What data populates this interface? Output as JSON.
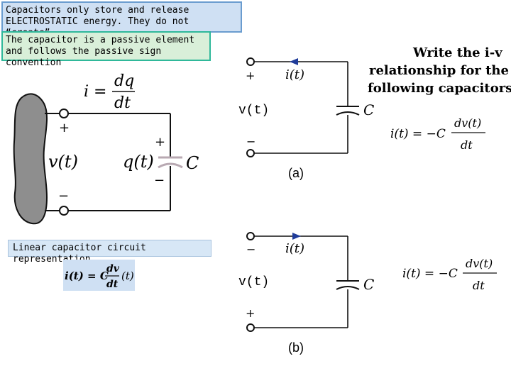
{
  "notes": {
    "electrostatic_line1": "Capacitors only store and release",
    "electrostatic_line2": "ELECTROSTATIC energy. They do not “create”",
    "passive_line1": "The capacitor  is a passive element",
    "passive_line2": "and follows the passive sign convention",
    "linear": "Linear capacitor circuit representation"
  },
  "left_circuit": {
    "eq_lhs": "i =",
    "eq_num": "dq",
    "eq_den": "dt",
    "plus_top": "+",
    "minus_bottom": "−",
    "v_label": "v(t)",
    "q_label": "q(t)",
    "cap_plus": "+",
    "cap_minus": "−",
    "cap_label": "C"
  },
  "linear_eq": {
    "lhs": "i(t) = C",
    "num": "dv",
    "den": "dt",
    "rhs": "(t)"
  },
  "circuit_a": {
    "plus": "+",
    "minus": "−",
    "i_label": "i(t)",
    "v_label": "v(t)",
    "cap_label": "C",
    "caption": "(a)"
  },
  "circuit_b": {
    "plus": "+",
    "minus": "−",
    "i_label": "i(t)",
    "v_label": "v(t)",
    "cap_label": "C",
    "caption": "(b)"
  },
  "prompt": {
    "line1": "Write the i-v",
    "line2": "relationship for the",
    "line3": "following capacitors."
  },
  "answer_a": {
    "lhs": "i(t) = −C",
    "num": "dv(t)",
    "den": "dt"
  },
  "answer_b": {
    "lhs": "i(t) = −C",
    "num": "dv(t)",
    "den": "dt"
  },
  "colors": {
    "current_arrow": "#1f3c9a",
    "capacitor_plate": "#b8a9b2",
    "blob": "#8e8e8e"
  }
}
